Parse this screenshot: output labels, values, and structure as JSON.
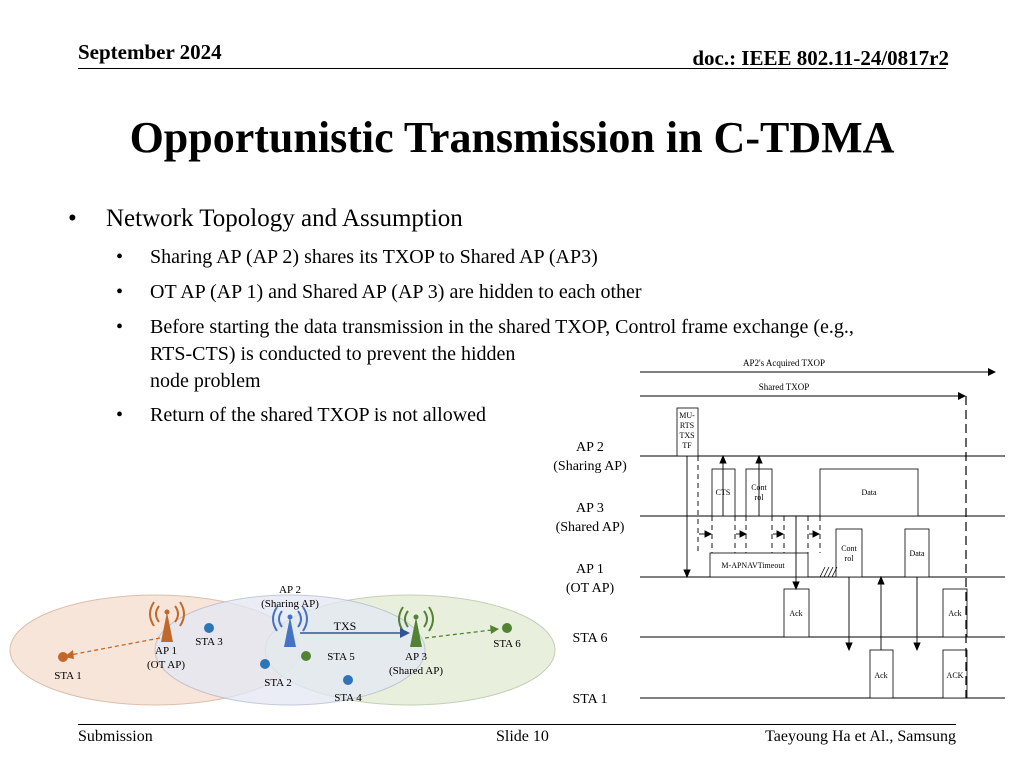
{
  "header": {
    "date": "September 2024",
    "doc": "doc.: IEEE 802.11-24/0817r2"
  },
  "title": "Opportunistic Transmission in C-TDMA",
  "bullets": {
    "main": "Network Topology and Assumption",
    "sub": [
      "Sharing AP (AP 2) shares its TXOP to Shared AP (AP3)",
      "OT AP (AP 1) and Shared AP (AP 3) are hidden to each other",
      "Before starting the data transmission in the shared TXOP, Control frame exchange (e.g.,",
      "RTS-CTS) is conducted to prevent the hidden",
      "node problem",
      "Return of the shared TXOP is not allowed"
    ]
  },
  "topology": {
    "ap2_line1": "AP 2",
    "ap2_line2": "(Sharing AP)",
    "ap1_line1": "AP 1",
    "ap1_line2": "(OT AP)",
    "ap3_line1": "AP 3",
    "ap3_line2": "(Shared AP)",
    "txs": "TXS",
    "sta1": "STA 1",
    "sta2": "STA 2",
    "sta3": "STA 3",
    "sta4": "STA 4",
    "sta5": "STA 5",
    "sta6": "STA 6"
  },
  "timing": {
    "acquired": "AP2's Acquired TXOP",
    "shared": "Shared TXOP",
    "rows": {
      "ap2_line1": "AP 2",
      "ap2_line2": "(Sharing AP)",
      "ap3_line1": "AP 3",
      "ap3_line2": "(Shared AP)",
      "ap1_line1": "AP 1",
      "ap1_line2": "(OT AP)",
      "sta6": "STA 6",
      "sta1": "STA 1"
    },
    "frames": {
      "mu1": "MU-",
      "mu2": "RTS",
      "mu3": "TXS",
      "mu4": "TF",
      "cts": "CTS",
      "ctrl1_a": "Cont",
      "ctrl1_b": "rol",
      "data_ap2": "Data",
      "ctrl2_a": "Cont",
      "ctrl2_b": "rol",
      "data_ap1": "Data",
      "nav": "M-APNAVTimeout",
      "ack1": "Ack",
      "ack2": "Ack",
      "ack3": "Ack",
      "ack4": "ACK"
    }
  },
  "footer": {
    "left": "Submission",
    "center": "Slide 10",
    "right": "Taeyoung Ha et Al., Samsung"
  },
  "colors": {
    "ap1": "#c0692a",
    "ap2": "#4472c4",
    "ap3": "#548235",
    "ellipse_left": "#f8e3d6",
    "ellipse_mid": "#e3e8f4",
    "ellipse_right": "#e4eed8"
  }
}
